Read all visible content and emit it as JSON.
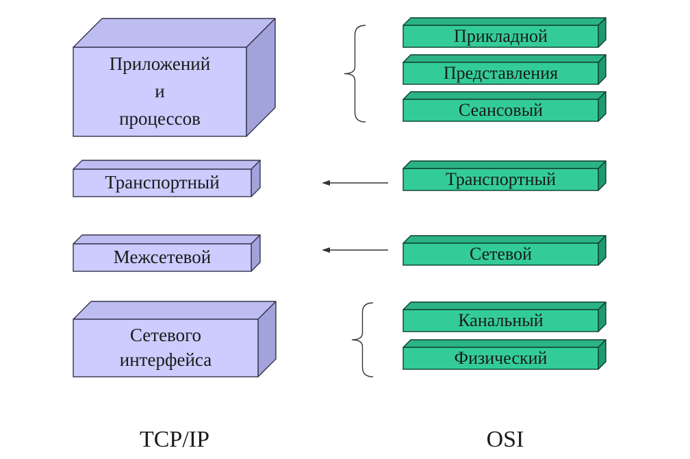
{
  "colors": {
    "tcp_front": "#ccccff",
    "tcp_top": "#bdbdf2",
    "tcp_side": "#a3a3dc",
    "tcp_stroke": "#33334d",
    "osi_front": "#33cc99",
    "osi_top": "#2bb286",
    "osi_side": "#1f9a70",
    "osi_stroke": "#0e3d2c",
    "line": "#333333"
  },
  "tcp_layers": [
    {
      "id": "application",
      "lines": [
        "Приложений",
        "и",
        "процессов"
      ]
    },
    {
      "id": "transport",
      "lines": [
        "Транспортный"
      ]
    },
    {
      "id": "internet",
      "lines": [
        "Межсетевой"
      ]
    },
    {
      "id": "network-interface",
      "lines": [
        "Сетевого",
        "интерфейса"
      ]
    }
  ],
  "osi_layers": [
    {
      "id": "application",
      "label": "Прикладной"
    },
    {
      "id": "presentation",
      "label": "Представления"
    },
    {
      "id": "session",
      "label": "Сеансовый"
    },
    {
      "id": "transport",
      "label": "Транспортный"
    },
    {
      "id": "network",
      "label": "Сетевой"
    },
    {
      "id": "datalink",
      "label": "Канальный"
    },
    {
      "id": "physical",
      "label": "Физический"
    }
  ],
  "footer": {
    "tcp_label": "TCP/IP",
    "osi_label": "OSI"
  }
}
